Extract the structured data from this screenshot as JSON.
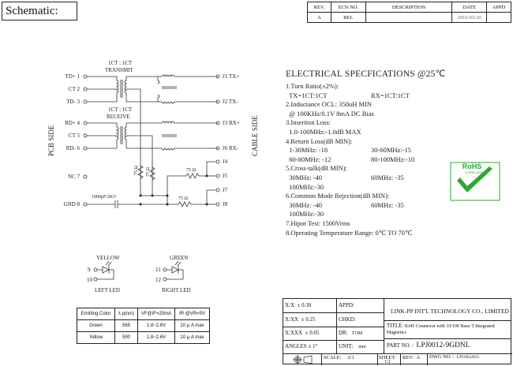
{
  "header": {
    "title": "Schematic:",
    "rev_table": {
      "headers": [
        "REV.",
        "ECN NO.",
        "DESCRIPTION",
        "DATE",
        "APPD"
      ],
      "row": [
        "A",
        "REL",
        "",
        "2010-03-20",
        ""
      ]
    }
  },
  "schematic": {
    "pcb_side": "PCB SIDE",
    "cable_side": "CABLE SIDE",
    "transmit_ratio": "1CT : 1CT",
    "transmit_label": "TRANSMIT",
    "receive_ratio": "1CT : 1CT",
    "receive_label": "RECEIVE",
    "left_pins": [
      {
        "name": "TD+",
        "num": "1"
      },
      {
        "name": "CT",
        "num": "2"
      },
      {
        "name": "TD-",
        "num": "3"
      },
      {
        "name": "RD+",
        "num": "4"
      },
      {
        "name": "CT",
        "num": "5"
      },
      {
        "name": "RD-",
        "num": "6"
      },
      {
        "name": "NC",
        "num": "7"
      },
      {
        "name": "GND",
        "num": "8"
      }
    ],
    "right_pins": [
      {
        "name": "J1",
        "sig": "TX+"
      },
      {
        "name": "J2",
        "sig": "TX-"
      },
      {
        "name": "J3",
        "sig": "RX+"
      },
      {
        "name": "J6",
        "sig": "RX-"
      },
      {
        "name": "J4",
        "sig": ""
      },
      {
        "name": "J5",
        "sig": ""
      },
      {
        "name": "J7",
        "sig": ""
      },
      {
        "name": "J8",
        "sig": ""
      }
    ],
    "resistor_label": "75 Ω",
    "capacitor_label": "1000pF/2KV"
  },
  "leds": {
    "yellow": {
      "color": "YELLOW",
      "pin_a": "9",
      "pin_b": "10",
      "label": "LEFT LED"
    },
    "green": {
      "color": "GREEN",
      "pin_a": "11",
      "pin_b": "12",
      "label": "RIGHT LED"
    },
    "table": {
      "headers": [
        "Emitting Color",
        "λ p(nm)",
        "VF@IF=20mA",
        "IR @VR=5V"
      ],
      "rows": [
        [
          "Green",
          "565",
          "1.8~2.6V",
          "10 μ A max"
        ],
        [
          "Yellow",
          "590",
          "1.8~2.6V",
          "10 μ A max"
        ]
      ]
    }
  },
  "specs": {
    "title": "ELECTRICAL SPECFICATIONS @25℃",
    "lines": [
      [
        "1.Turn Ratio(±2%):",
        ""
      ],
      [
        "  TX=1CT:1CT",
        "RX=1CT:1CT"
      ],
      [
        "2.Inductance OCL: 350uH MIN",
        ""
      ],
      [
        "  @ 100KHz/0.1V 8mA DC Bias",
        ""
      ],
      [
        "3.Insertion Loss:",
        ""
      ],
      [
        "  1.0-100MHz:-1.0dB MAX",
        ""
      ],
      [
        "4.Return Loss(dB MIN):",
        ""
      ],
      [
        "  1-30MHz: -18",
        "30-60MHz:-15"
      ],
      [
        "  60-80MHz: -12",
        "80-100MHz:-10"
      ],
      [
        "5.Cross-talk(dB MIN):",
        ""
      ],
      [
        "  30MHz: -40",
        "60MHz: -35"
      ],
      [
        "  100MHz:-30",
        ""
      ],
      [
        "6.Common Mode Rejection(dB MIN):",
        ""
      ],
      [
        "  30MHz: -40",
        "60MHz: -35"
      ],
      [
        "  100MHz:-30",
        ""
      ],
      [
        "7.Hipot Test: 1500Vrms",
        ""
      ],
      [
        "8.Operating Temperature Range: 0℃ TO 70℃",
        ""
      ]
    ]
  },
  "rohs": {
    "text": "RoHS",
    "sub": "COMPLIANT",
    "accent": "#2ea82e"
  },
  "title_block": {
    "tolerances": [
      {
        "label": "X:X",
        "value": "± 0.30"
      },
      {
        "label": "X:XX",
        "value": "± 0.25"
      },
      {
        "label": "X:XXX",
        "value": "± 0.05"
      },
      {
        "label": "ANGLES",
        "value": "± 1°"
      }
    ],
    "appd": "APPD:",
    "chkd": "CHKD:",
    "dr_label": "DR:",
    "dr_value": "TOM",
    "unit_label": "UNIT:",
    "unit_value": "mm",
    "company": "LINK-PP INT'L TECHNOLOGY CO., LIMITED",
    "title_label": "TITLE:",
    "title_value": "RJ45 Connector with 10/100 Base-T Integrated Magnetics",
    "part_label": "PART NO. :",
    "part_value": "LPJ0012-9GDNL",
    "scale_label": "SCALE:",
    "scale_value": "2/1",
    "sheet_label": "SHEET:",
    "sheet_value": "1/2",
    "rev_label": "REV:",
    "rev_value": "A",
    "dwg_label": "DWG NO. :",
    "dwg_value": "LP10032015"
  }
}
